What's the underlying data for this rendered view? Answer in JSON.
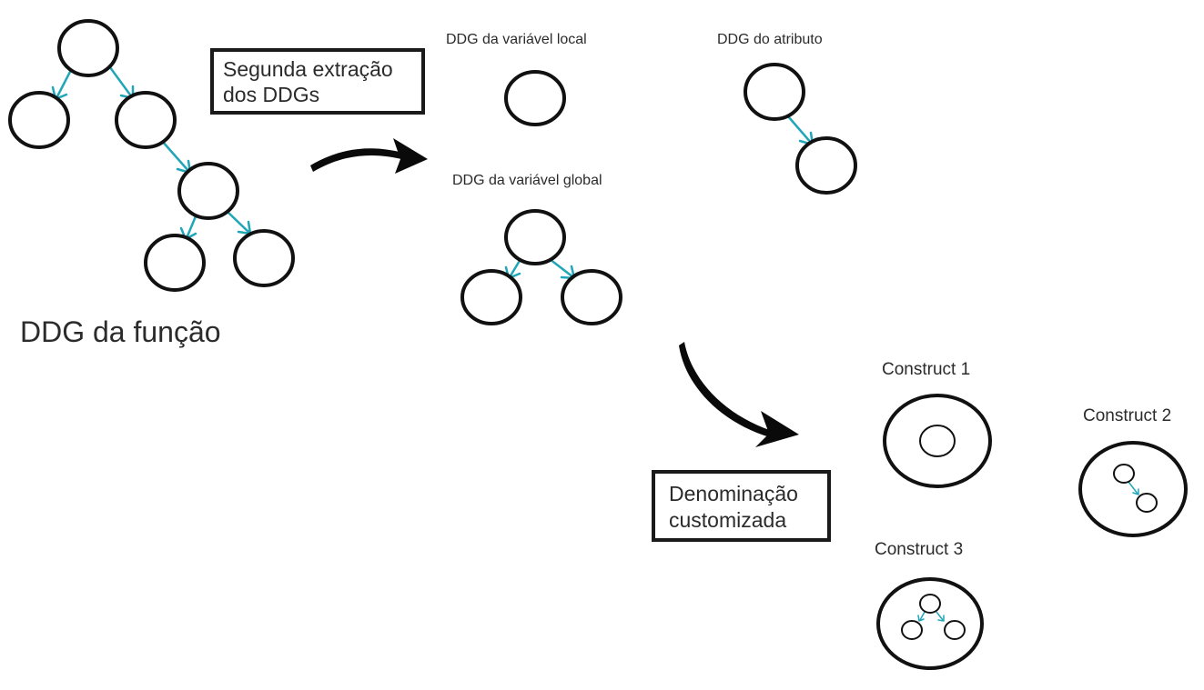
{
  "labels": {
    "function_ddg": "DDG da função",
    "local_var_ddg": "DDG da variável local",
    "attribute_ddg": "DDG do atributo",
    "global_var_ddg": "DDG da variável global",
    "construct_1": "Construct 1",
    "construct_2": "Construct 2",
    "construct_3": "Construct 3"
  },
  "boxes": {
    "second_extraction": [
      "Segunda extração",
      "dos DDGs"
    ],
    "custom_naming": [
      "Denominação",
      "customizada"
    ]
  },
  "colors": {
    "edge": "#21a6b8",
    "stroke": "#111111",
    "text": "#2b2b2b"
  }
}
